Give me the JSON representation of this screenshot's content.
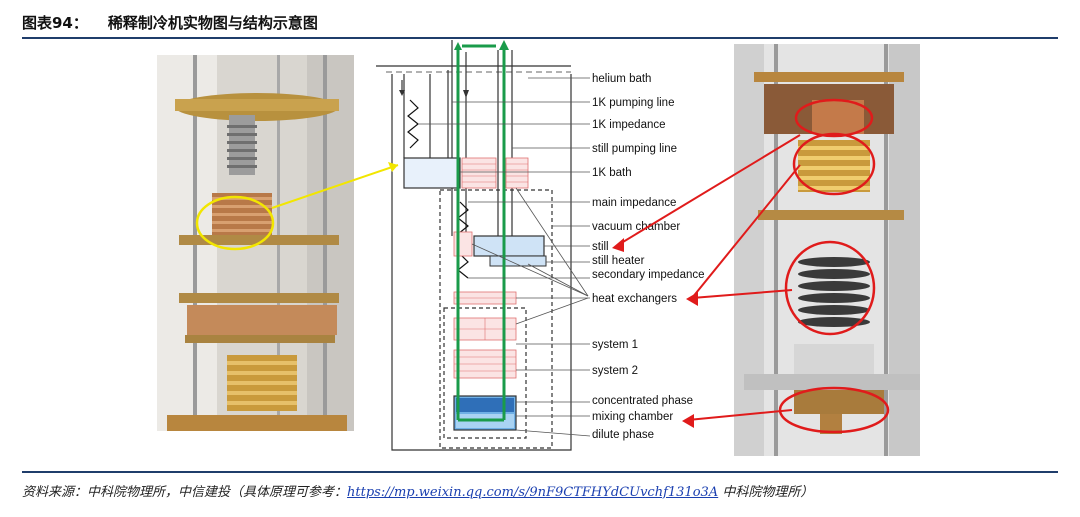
{
  "header": {
    "figure_number": "图表94：",
    "title": "稀释制冷机实物图与结构示意图"
  },
  "diagram": {
    "labels": [
      "helium bath",
      "1K pumping line",
      "1K impedance",
      "still pumping line",
      "1K bath",
      "main impedance",
      "vacuum chamber",
      "still",
      "still heater",
      "secondary impedance",
      "heat exchangers",
      "system 1",
      "system 2",
      "concentrated phase",
      "mixing chamber",
      "dilute phase"
    ],
    "colors": {
      "flow_arrow": "#1a9b4a",
      "callout_yellow": "#f2e600",
      "callout_red": "#e01b1b",
      "heat_exchanger": "#e07070",
      "still_fill": "#cfe3f6",
      "mixing_fill": "#2f7fd0"
    }
  },
  "photos": {
    "left_icon": "dilution-refrigerator-photo-icon",
    "right_icon": "dilution-refrigerator-photo-icon"
  },
  "source": {
    "prefix": "资料来源：中科院物理所，中信建投（具体原理可参考：",
    "link": "https://mp.weixin.qq.com/s/9nF9CTFHYdCUvchf131o3A",
    "suffix": " 中科院物理所）"
  }
}
